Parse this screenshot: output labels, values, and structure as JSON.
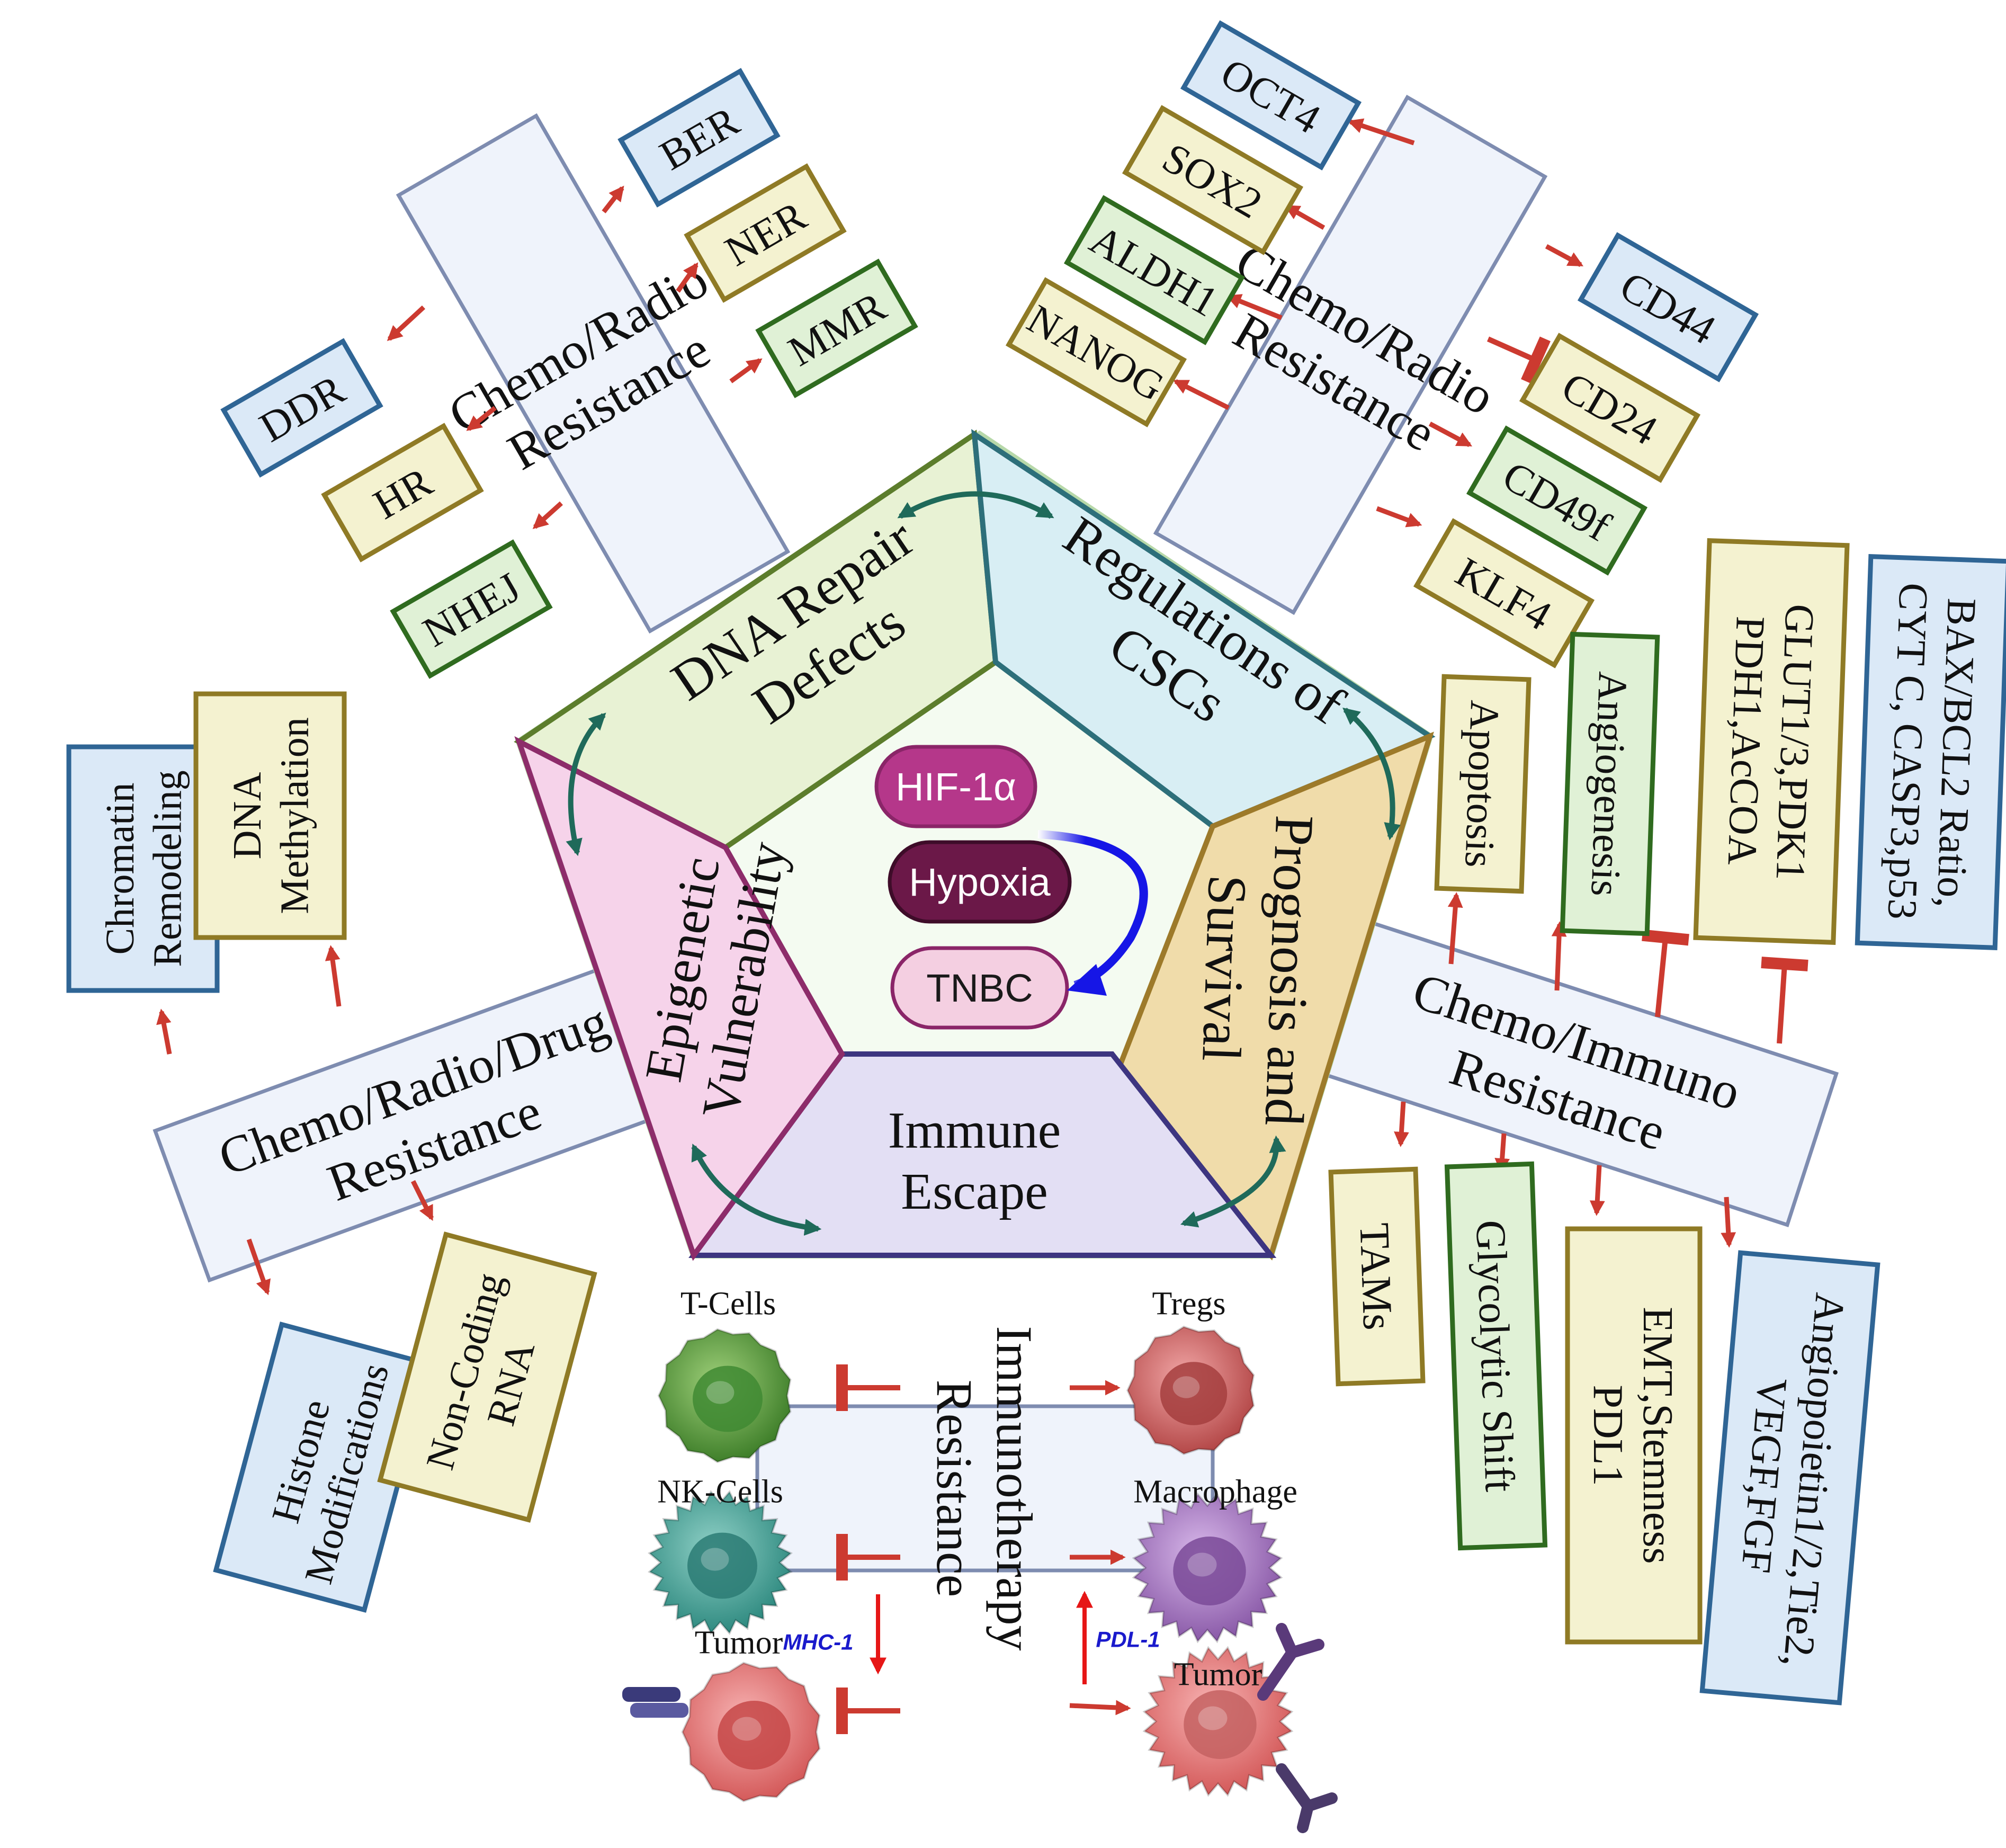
{
  "center": {
    "hif": "HIF-1α",
    "hypoxia": "Hypoxia",
    "tnbc": "TNBC",
    "colors": {
      "hif": "#b5378a",
      "hypoxia": "#6b1848",
      "tnbc": "#f4cfe1",
      "flow_arrow": "#1616e6"
    }
  },
  "segments": {
    "dna_repair": [
      "DNA Repair",
      "Defects"
    ],
    "cscs": [
      "Regulations of",
      "CSCs"
    ],
    "prognosis": [
      "Prognosis and",
      "Survival"
    ],
    "immune": [
      "Immune",
      "Escape"
    ],
    "epigenetic": [
      "Epigenetic",
      "Vulnerability"
    ],
    "colors": {
      "dna_repair": "#e8f2d4",
      "cscs": "#d8eef4",
      "prognosis": "#f0dcaa",
      "immune": "#e3dff4",
      "epigenetic": "#f6d3ea",
      "core": "#f4fbf1"
    }
  },
  "branches": {
    "dna_resistance": [
      "Chemo/Radio",
      "Resistance"
    ],
    "csc_resistance": [
      "Chemo/Radio",
      "Resistance"
    ],
    "epi_resistance": [
      "Chemo/Radio/Drug",
      "Resistance"
    ],
    "prog_resistance": [
      "Chemo/Immuno",
      "Resistance"
    ],
    "immuno_resistance": [
      "Immunotherapy",
      "Resistance"
    ]
  },
  "dna_targets": [
    "BER",
    "NER",
    "MMR",
    "DDR",
    "HR",
    "NHEJ"
  ],
  "csc_targets": [
    "OCT4",
    "SOX2",
    "ALDH1",
    "NANOG",
    "CD44",
    "CD24",
    "CD49f",
    "KLF4"
  ],
  "epi_targets": {
    "chromatin": [
      "Chromatin",
      "Remodeling"
    ],
    "methylation": [
      "DNA",
      "Methylation"
    ],
    "histone": [
      "Histone",
      "Modifications"
    ],
    "ncrna": [
      "Non-Coding",
      "RNA"
    ]
  },
  "prog_targets": {
    "apoptosis": [
      "Apoptosis"
    ],
    "angiogenesis": [
      "Angiogenesis"
    ],
    "glut": [
      "GLUT1/3,PDK1",
      "PDH1,AcCOA"
    ],
    "bax": [
      "BAX/BCL2 Ratio,",
      "CYT C, CASP3,p53"
    ],
    "tams": [
      "TAMs"
    ],
    "glycolytic": [
      "Glycolytic Shift"
    ],
    "emt": [
      "EMT,Stemness",
      "PDL1"
    ],
    "angiopoietin": [
      "Angiopoietin1/2,Tie2,",
      "VEGF,FGF"
    ]
  },
  "immune_cells": {
    "t_cells": "T-Cells",
    "nk_cells": "NK-Cells",
    "tumor_left": "Tumor",
    "tregs": "Tregs",
    "macrophage": "Macrophage",
    "tumor_right": "Tumor",
    "mhc": "MHC-1",
    "pdl": "PDL-1"
  },
  "box_colors": {
    "blue": {
      "fill": "#dbe9f7",
      "stroke": "#2f6595"
    },
    "yellow": {
      "fill": "#f4f2d0",
      "stroke": "#8f7a25"
    },
    "green": {
      "fill": "#e0f1d6",
      "stroke": "#2f6b1f"
    },
    "branch": {
      "fill": "#eff3fb",
      "stroke": "#7e8cb0"
    },
    "arrow": "#cc3a30",
    "double_arrow": "#1f6a5a"
  }
}
